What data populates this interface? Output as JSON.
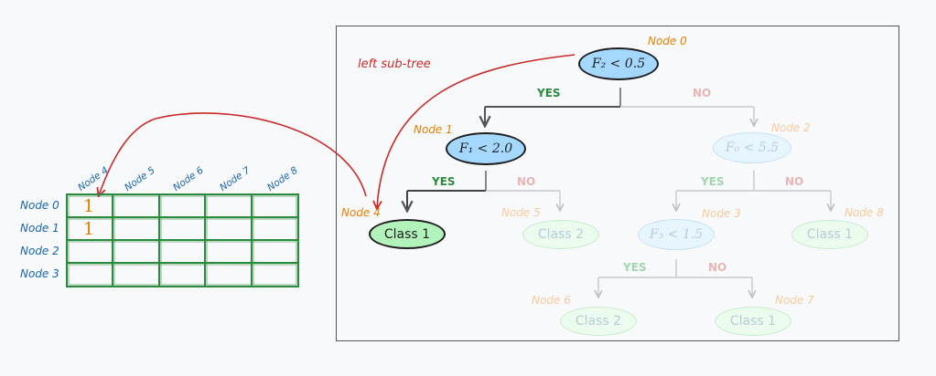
{
  "panel": {
    "node0_label": "Node 0",
    "node1_label": "Node 1",
    "node2_label": "Node 2",
    "node3_label": "Node 3",
    "node4_label": "Node 4",
    "node5_label": "Node 5",
    "node6_label": "Node 6",
    "node7_label": "Node 7",
    "node8_label": "Node 8",
    "node0_condition": "F₂ < 0.5",
    "node1_condition": "F₁ < 2.0",
    "node2_condition": "F₀ < 5.5",
    "node3_condition": "F₃ < 1.5",
    "node4_class": "Class 1",
    "node5_class": "Class 2",
    "node6_class": "Class 2",
    "node7_class": "Class 1",
    "node8_class": "Class 1",
    "yes_label": "YES",
    "no_label": "NO",
    "left_subtree_label": "left sub-tree"
  },
  "table": {
    "columns": [
      "Node 4",
      "Node 5",
      "Node 6",
      "Node 7",
      "Node 8"
    ],
    "rows": [
      {
        "label": "Node 0",
        "cells": [
          "1",
          "",
          "",
          "",
          ""
        ]
      },
      {
        "label": "Node 1",
        "cells": [
          "1",
          "",
          "",
          "",
          ""
        ]
      },
      {
        "label": "Node 2",
        "cells": [
          "",
          "",
          "",
          "",
          ""
        ]
      },
      {
        "label": "Node 3",
        "cells": [
          "",
          "",
          "",
          "",
          ""
        ]
      }
    ]
  },
  "colors": {
    "active_condition_fill": "#a5d8ff",
    "active_leaf_fill": "#b2f2bb",
    "table_border": "#2b8a3e",
    "arrow_red": "#c92a2a",
    "node_label_orange": "#e67e00"
  }
}
